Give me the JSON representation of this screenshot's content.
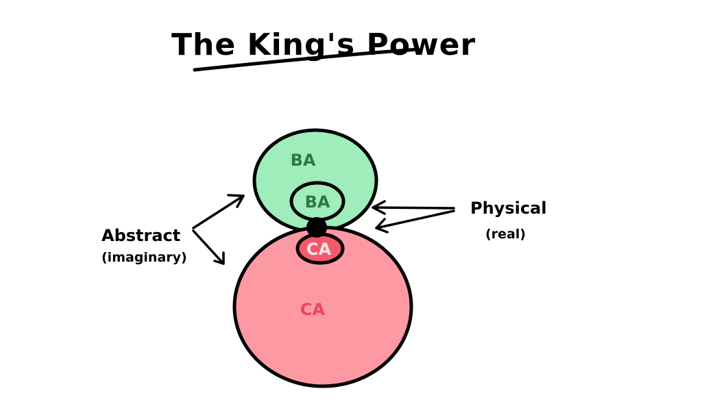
{
  "title": "The King's Power",
  "left_label": {
    "main": "Abstract",
    "sub": "(imaginary)"
  },
  "right_label": {
    "main": "Physical",
    "sub": "(real)"
  },
  "bubbles": {
    "outer_top": "BA",
    "inner_top": "BA",
    "inner_bottom": "CA",
    "outer_bottom": "CA"
  },
  "colors": {
    "stroke": "#000000",
    "green_fill": "#9eedbb",
    "green_text": "#2e7a3e",
    "red_fill": "#fc99a3",
    "red_inner_fill": "#f45a6b",
    "red_text": "#ec4460",
    "junction": "#000000"
  }
}
